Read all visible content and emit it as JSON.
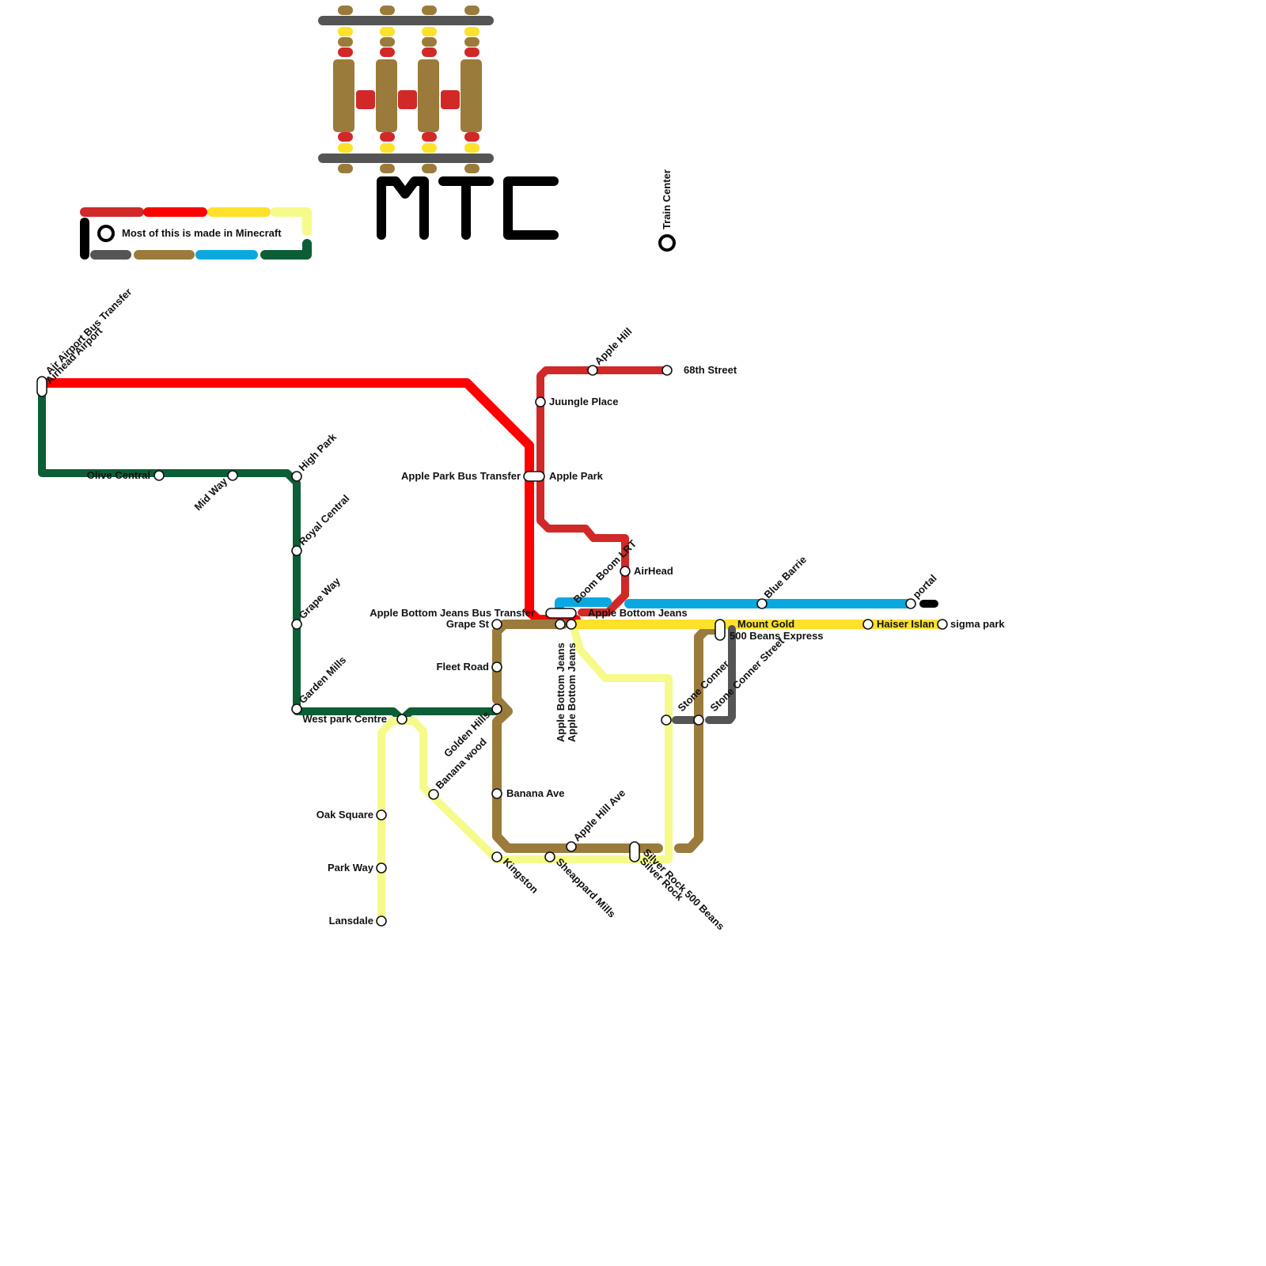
{
  "logo": {
    "text": "MTC"
  },
  "legend": {
    "note": "Most of this is made in Minecraft",
    "colors": [
      "#d12828",
      "#ff0000",
      "#fde12a",
      "#f6fa8b",
      "#555555",
      "#9b7b3c",
      "#0aa8de",
      "#0c5e36",
      "#000000"
    ]
  },
  "lines": {
    "red": {
      "color": "#ff0000"
    },
    "crimson": {
      "color": "#d12828"
    },
    "green": {
      "color": "#0c5e36"
    },
    "brown": {
      "color": "#9b7b3c"
    },
    "light_yellow": {
      "color": "#f6fa8b"
    },
    "yellow": {
      "color": "#fde12a"
    },
    "blue": {
      "color": "#0aa8de"
    },
    "gray": {
      "color": "#555555"
    },
    "black": {
      "color": "#000000"
    }
  },
  "stations": {
    "air_airport_bus_transfer": "Air Airport Bus Transfer",
    "airhead_airport": "Airhead Airport",
    "olive_central": "Olive Central",
    "mid_way": "Mid Way",
    "high_park": "High Park",
    "royal_central": "Royal Central",
    "grape_way": "Grape Way",
    "garden_mills": "Garden Mills",
    "west_park_centre": "West park Centre",
    "oak_square": "Oak Square",
    "park_way": "Park Way",
    "lansdale": "Lansdale",
    "banana_wood": "Banana wood",
    "golden_hills": "Golden Hills",
    "banana_ave": "Banana Ave",
    "kingston": "Kingston",
    "sheappard_mills": "Sheappard Mills",
    "apple_hill_ave": "Apple Hill Ave",
    "silver_rock_500_beans": "Silver Rock 500 Beans",
    "silver_rock": "Silver Rock",
    "grape_st": "Grape St",
    "fleet_road": "Fleet Road",
    "apple_bottom_jeans_bus_transfer": "Apple Bottom Jeans Bus Transfer",
    "apple_bottom_jeans": "Apple Bottom Jeans",
    "boom_boom_lrt": "Boom Boom LRT",
    "apple_park_bus_transfer": "Apple Park Bus Transfer",
    "apple_park": "Apple Park",
    "juungle_place": "Juungle Place",
    "apple_hill": "Apple Hill",
    "sixty_eighth_street": "68th Street",
    "airhead": "AirHead",
    "train_center": "Train Center",
    "blue_barrie": "Blue Barrie",
    "portal": "portal",
    "mount_gold": "Mount Gold",
    "beans_express": "500 Beans Express",
    "stone_conner": "Stone Conner",
    "stone_conner_street": "Stone Conner Street",
    "haiser_islan": "Haiser Islan",
    "sigma_park": "sigma park"
  }
}
